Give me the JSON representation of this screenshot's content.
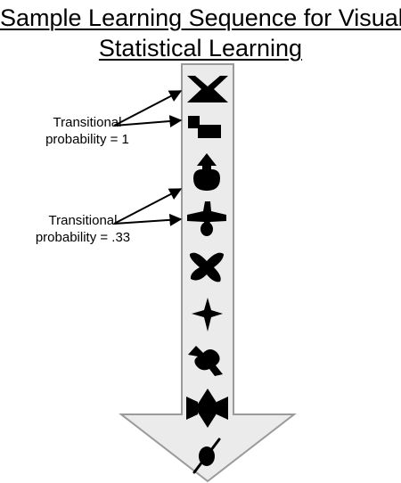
{
  "title": {
    "line1": "Sample Learning Sequence for Visual",
    "line2": "Statistical Learning"
  },
  "annotations": [
    {
      "line1": "Transitional",
      "line2": "probability = 1"
    },
    {
      "line1": "Transitional",
      "line2": "probability = .33"
    }
  ],
  "sequence_shapes": [
    "hourglass-x-shape",
    "step-shape",
    "arrow-dome-shape",
    "cross-drop-shape",
    "x-blob-shape",
    "four-point-star-shape",
    "tilted-blob-shape",
    "bowtie-diamond-shape",
    "slashed-circle-shape"
  ],
  "colors": {
    "arrow_fill": "#ebebeb",
    "arrow_stroke": "#9a9a9a",
    "shape": "#000000"
  }
}
